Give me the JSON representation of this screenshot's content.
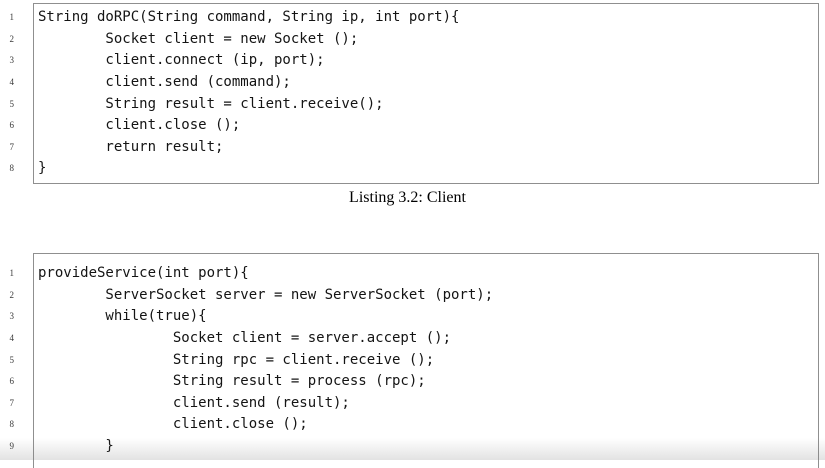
{
  "caption": {
    "text": "Listing 3.2: Client"
  },
  "colors": {
    "frame_border": "#8f8f8f",
    "code_text": "#141414",
    "line_number": "#3a3a3a",
    "page_background": "#ffffff"
  },
  "listing_client": {
    "lines": [
      {
        "no": "1",
        "code": "String doRPC(String command, String ip, int port){"
      },
      {
        "no": "2",
        "code": "        Socket client = new Socket ();"
      },
      {
        "no": "3",
        "code": "        client.connect (ip, port);"
      },
      {
        "no": "4",
        "code": "        client.send (command);"
      },
      {
        "no": "5",
        "code": "        String result = client.receive();"
      },
      {
        "no": "6",
        "code": "        client.close ();"
      },
      {
        "no": "7",
        "code": "        return result;"
      },
      {
        "no": "8",
        "code": "}"
      }
    ]
  },
  "listing_server": {
    "lines": [
      {
        "no": "1",
        "code": "provideService(int port){"
      },
      {
        "no": "2",
        "code": "        ServerSocket server = new ServerSocket (port);"
      },
      {
        "no": "3",
        "code": "        while(true){"
      },
      {
        "no": "4",
        "code": "                Socket client = server.accept ();"
      },
      {
        "no": "5",
        "code": "                String rpc = client.receive ();"
      },
      {
        "no": "6",
        "code": "                String result = process (rpc);"
      },
      {
        "no": "7",
        "code": "                client.send (result);"
      },
      {
        "no": "8",
        "code": "                client.close ();"
      },
      {
        "no": "9",
        "code": "        }"
      }
    ]
  }
}
